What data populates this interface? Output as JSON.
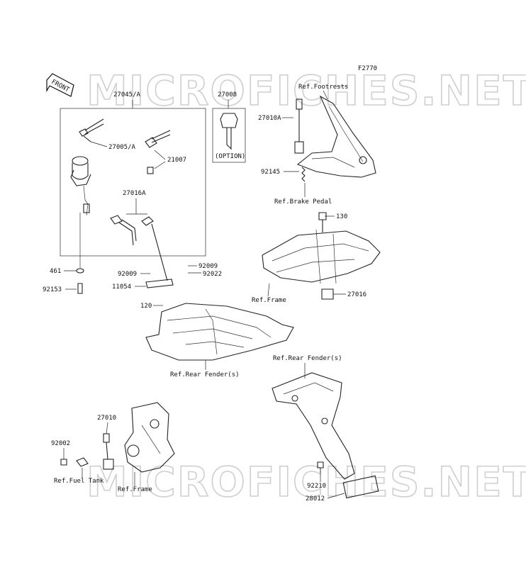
{
  "figure_code": "F2770",
  "watermark": "MICROFICHES.NET",
  "front_label": "FRONT",
  "option_label": "(OPTION)",
  "labels": {
    "p27045A": "27045/A",
    "p27008": "27008",
    "p27005A": "27005/A",
    "p21007": "21007",
    "p27016A": "27016A",
    "p461": "461",
    "p92153": "92153",
    "p92009a": "92009",
    "p92009b": "92009",
    "p92022": "92022",
    "p11054": "11054",
    "p120": "120",
    "refFootrests": "Ref.Footrests",
    "p27010A": "27010A",
    "p92145": "92145",
    "refBrakePedal": "Ref.Brake Pedal",
    "p130": "130",
    "refFrame1": "Ref.Frame",
    "p27016": "27016",
    "refRearFender1": "Ref.Rear Fender(s)",
    "refRearFender2": "Ref.Rear Fender(s)",
    "p27010": "27010",
    "p92002": "92002",
    "refFuelTank": "Ref.Fuel Tank",
    "refFrame2": "Ref.Frame",
    "p92210": "92210",
    "p28012": "28012"
  }
}
